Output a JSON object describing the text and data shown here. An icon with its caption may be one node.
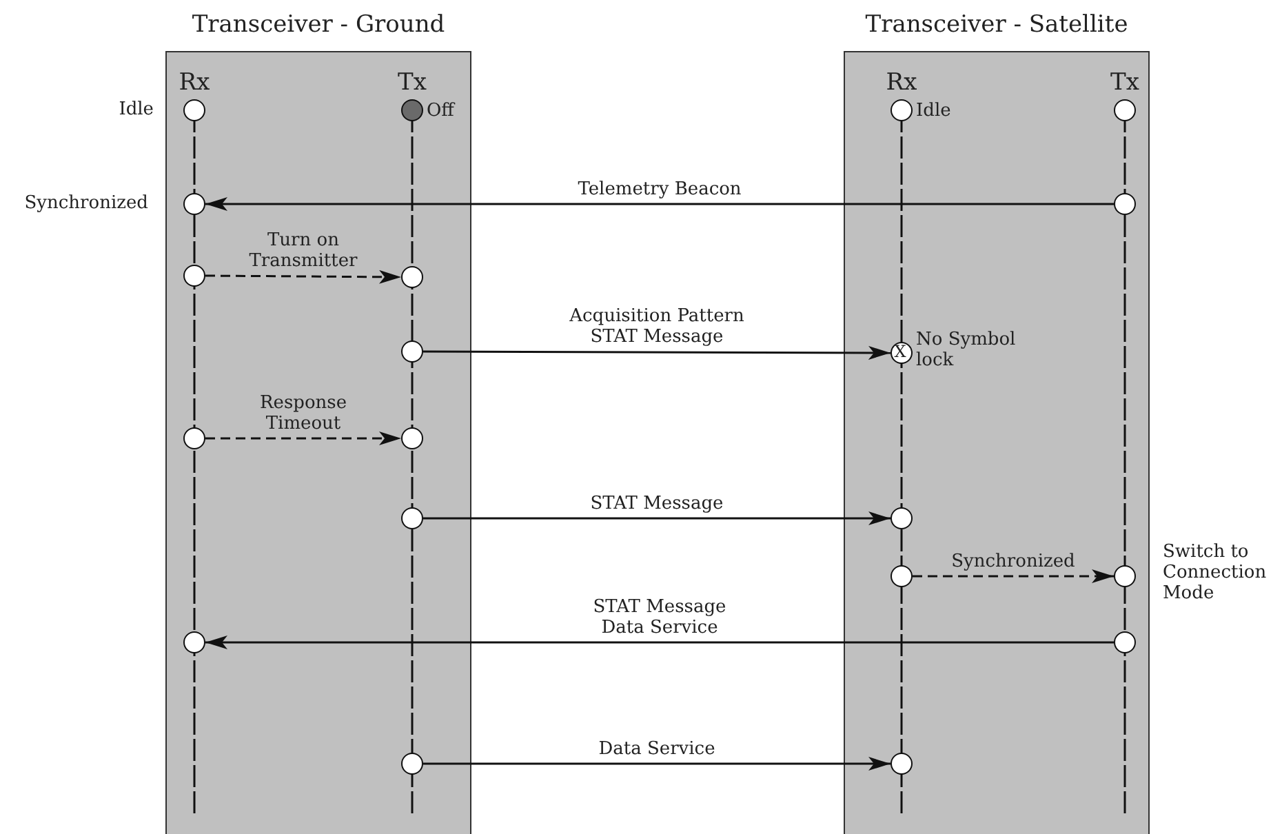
{
  "diagram": {
    "nodes": [
      {
        "text": [
          "Transceiver - Ground"
        ]
      },
      {
        "text": [
          "Transceiver - Satellite"
        ]
      },
      {
        "text": [],
        "shape": "circle",
        "in": 0,
        "beside": [
          "Idle"
        ]
      },
      {
        "text": [],
        "shape": "circle",
        "in": 0,
        "beside": [
          "Synchronized"
        ]
      },
      {
        "text": [],
        "shape": "circle",
        "in": 0
      },
      {
        "text": [],
        "shape": "circle",
        "in": 0
      },
      {
        "text": [],
        "shape": "circle",
        "in": 0
      },
      {
        "text": [],
        "shape": "circle",
        "in": 0,
        "beside": [
          "Off"
        ]
      },
      {
        "text": [],
        "shape": "circle",
        "in": 0
      },
      {
        "text": [],
        "shape": "circle",
        "in": 0
      },
      {
        "text": [],
        "shape": "circle",
        "in": 0
      },
      {
        "text": [],
        "shape": "circle",
        "in": 0
      },
      {
        "text": [],
        "shape": "circle",
        "in": 0
      },
      {
        "text": [],
        "shape": "circle",
        "in": 1,
        "beside": [
          "Idle"
        ]
      },
      {
        "text": [
          "X"
        ],
        "in": 1,
        "beside": [
          "No Symbol lock"
        ]
      },
      {
        "text": [],
        "shape": "circle",
        "in": 1
      },
      {
        "text": [],
        "shape": "circle",
        "in": 1
      },
      {
        "text": [],
        "shape": "circle",
        "in": 1
      },
      {
        "text": [],
        "shape": "circle",
        "in": 1
      },
      {
        "text": [],
        "shape": "circle",
        "in": 1
      },
      {
        "text": [],
        "shape": "circle",
        "in": 1,
        "beside": [
          "Switch to Connection Mode"
        ]
      },
      {
        "text": [],
        "shape": "circle",
        "in": 1
      }
    ],
    "edges": [
      {
        "from": 19,
        "to": 3,
        "arrow": "to",
        "label": "Telemetry Beacon"
      },
      {
        "from": 4,
        "to": 8,
        "arrow": "to",
        "label": "Turn on Transmitter",
        "style": "dashed"
      },
      {
        "from": 9,
        "to": 14,
        "arrow": "to",
        "label": "Acquisition Pattern STAT Message"
      },
      {
        "from": 5,
        "to": 10,
        "arrow": "to",
        "label": "Response Timeout",
        "style": "dashed"
      },
      {
        "from": 11,
        "to": 15,
        "arrow": "to",
        "label": "STAT Message"
      },
      {
        "from": 16,
        "to": 20,
        "arrow": "to",
        "label": "Synchronized",
        "style": "dashed"
      },
      {
        "from": 21,
        "to": 6,
        "arrow": "to",
        "label": "STAT Message Data Service"
      },
      {
        "from": 12,
        "to": 17,
        "arrow": "to",
        "label": "Data Service"
      }
    ],
    "labels": [
      "Rx",
      "Tx",
      "Rx",
      "Tx"
    ]
  }
}
